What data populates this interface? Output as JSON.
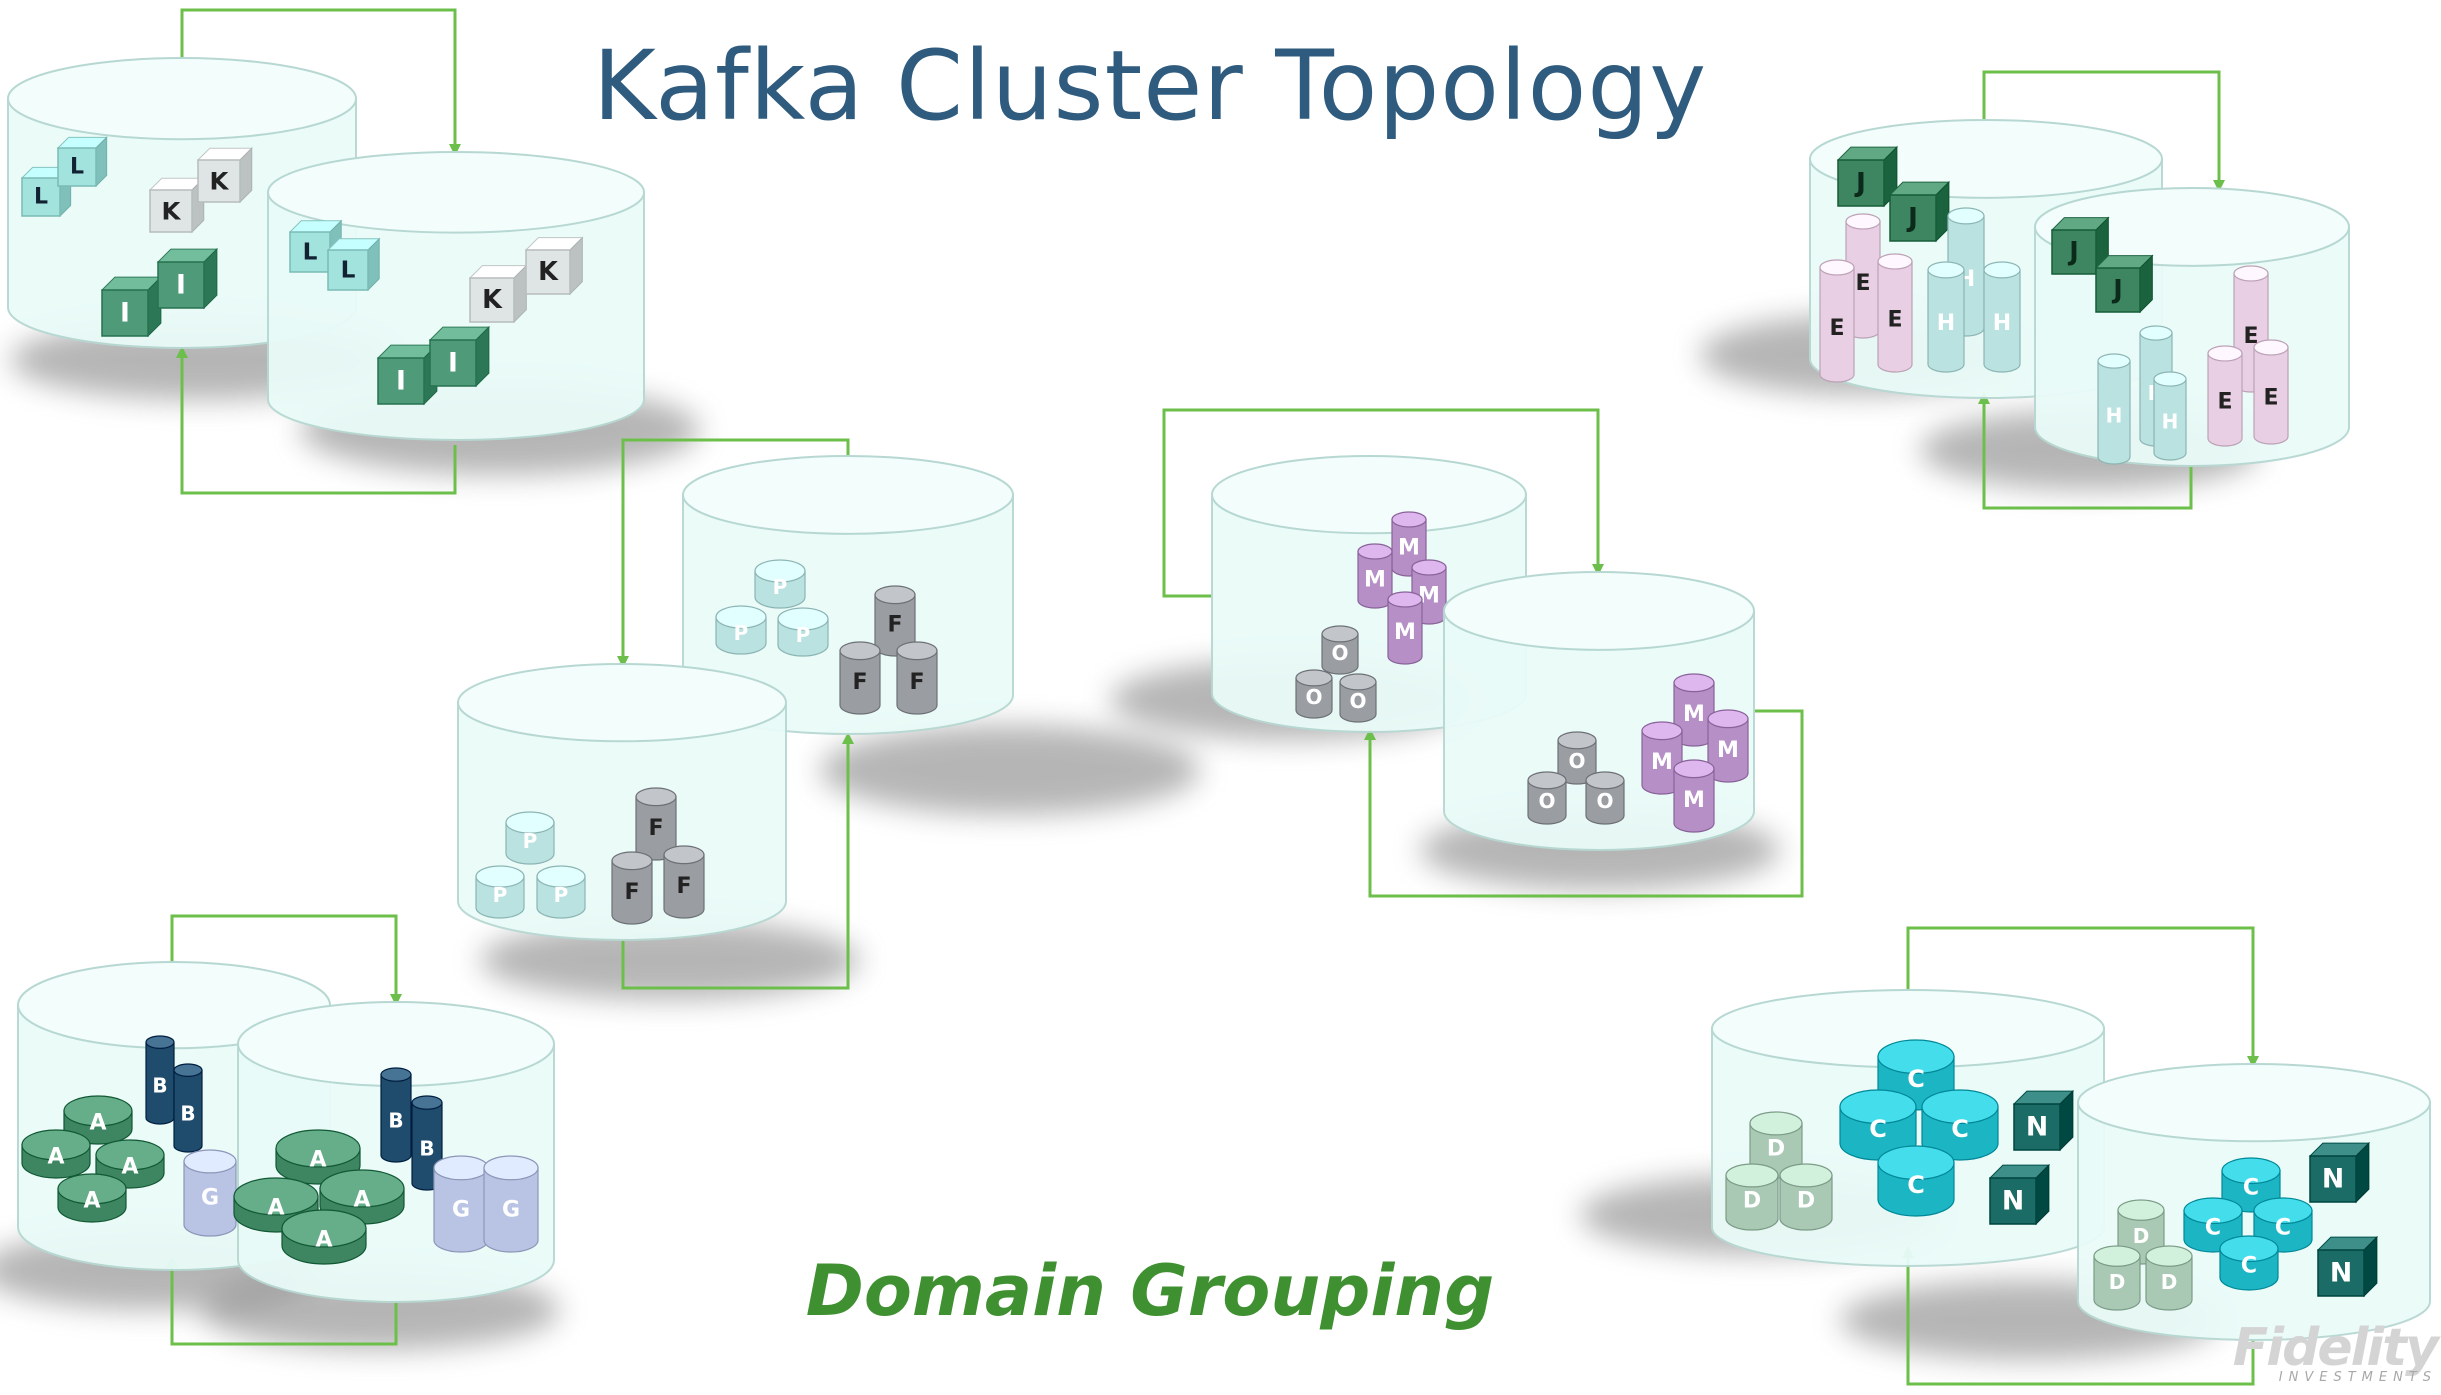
{
  "title": "Kafka Cluster Topology",
  "subtitle": "Domain Grouping",
  "logo": {
    "brand": "Fidelity",
    "sub": "INVESTMENTS"
  },
  "colors": {
    "title": "#2e5b7e",
    "subtitle": "#3f9030",
    "arrow": "#6cbf4a",
    "cylinder_fill": "#e9fbf8",
    "cylinder_stroke": "#b7d8d2",
    "teal_light": "#a3e3dd",
    "white_gray": "#dfe4e4",
    "green_dark": "#3e8561",
    "green_mid": "#4f9a78",
    "navy": "#1f4b6c",
    "lavender": "#b9c3e4",
    "gray": "#9a9ea3",
    "purple": "#b58fc5",
    "pink": "#e9cfe3",
    "cyan": "#1cb5c4",
    "dark_teal": "#1b6c66",
    "sage": "#a9c9b5",
    "pale_cyan": "#b9e2e1"
  },
  "clusters": [
    {
      "id": "LKI",
      "labels": [
        "L",
        "L",
        "K",
        "K",
        "I",
        "I"
      ]
    },
    {
      "id": "JEH",
      "labels": [
        "J",
        "J",
        "E",
        "E",
        "H",
        "H"
      ]
    },
    {
      "id": "PF",
      "labels": [
        "P",
        "P",
        "P",
        "F",
        "F",
        "F"
      ]
    },
    {
      "id": "MO",
      "labels": [
        "M",
        "M",
        "M",
        "M",
        "O",
        "O",
        "O"
      ]
    },
    {
      "id": "ABG",
      "labels": [
        "A",
        "A",
        "A",
        "A",
        "B",
        "B",
        "G",
        "G"
      ]
    },
    {
      "id": "CDN",
      "labels": [
        "C",
        "C",
        "C",
        "C",
        "D",
        "D",
        "D",
        "N",
        "N"
      ]
    }
  ]
}
